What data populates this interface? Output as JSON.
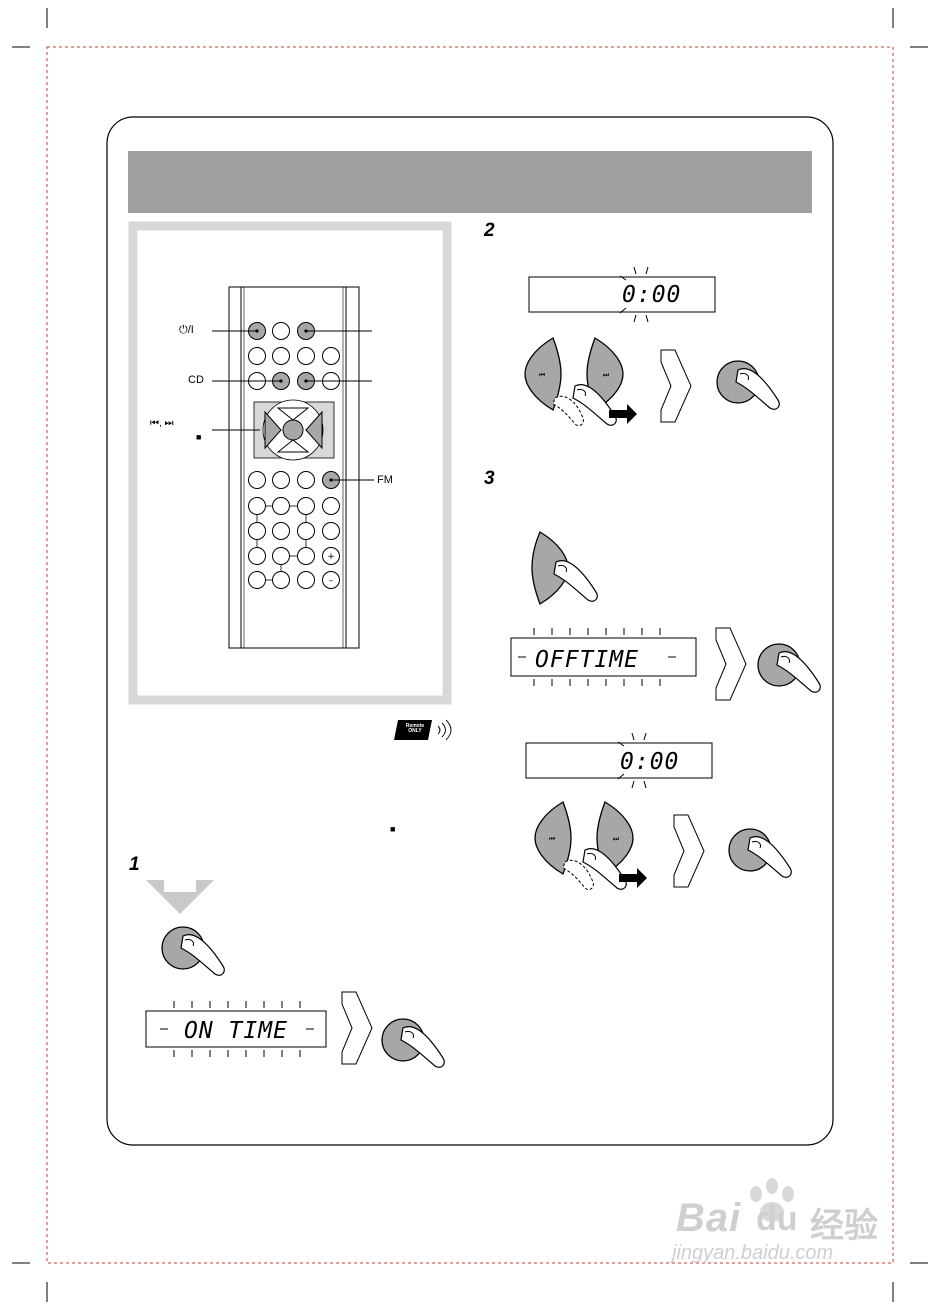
{
  "remote_labels": {
    "power": "⏻/I",
    "cd": "CD",
    "skip": "⏮, ⏭",
    "stop": "■",
    "fm": "FM"
  },
  "badge": {
    "line1": "Remote",
    "line2": "ONLY"
  },
  "steps": {
    "one": "1",
    "two": "2",
    "three": "3"
  },
  "displays": {
    "on_time": "ON TIME",
    "off_time": "OFFTIME",
    "time_a": "0:00",
    "time_b": "0:00"
  },
  "inline_stop_symbol": "■",
  "watermark": {
    "brand": "Bai",
    "brand2": "du",
    "cn": "经验",
    "url": "jingyan.baidu.com"
  },
  "colors": {
    "header_bar": "#a0a0a3",
    "button_gray": "#a7a7a7",
    "panel_border": "#d8d8d8",
    "crop_dash": "#c83b3b"
  }
}
